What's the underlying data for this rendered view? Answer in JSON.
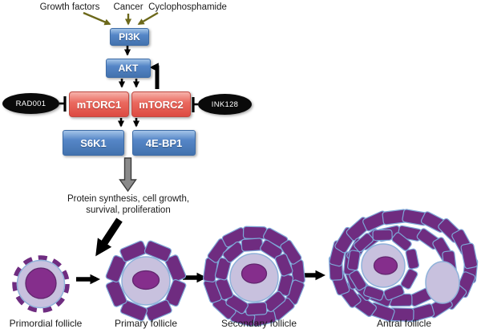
{
  "top_inputs": [
    {
      "label": "Growth factors"
    },
    {
      "label": "Cancer"
    },
    {
      "label": "Cyclophosphamide"
    }
  ],
  "nodes": {
    "pi3k": "PI3K",
    "akt": "AKT",
    "mtorc1": "mTORC1",
    "mtorc2": "mTORC2",
    "s6k1": "S6K1",
    "four_ebp1": "4E-BP1"
  },
  "inhibitors": {
    "rad001": "RAD001",
    "ink128": "INK128"
  },
  "outcome_text": {
    "line1": "Protein synthesis, cell growth,",
    "line2": "survival, proliferation"
  },
  "follicle_stages": [
    {
      "label": "Primordial follicle"
    },
    {
      "label": "Primary follicle"
    },
    {
      "label": "Secondary follicle"
    },
    {
      "label": "Antral follicle"
    }
  ],
  "colors": {
    "text_color": "#1a1a1a",
    "node_blue": "#5586c7",
    "node_blue_light": "#a3c4e8",
    "node_blue_dark": "#4372ae",
    "node_blue_border": "#3c6ba6",
    "node_red": "#ea6a5f",
    "node_red_light": "#f6b3ab",
    "node_red_dark": "#dd4a41",
    "node_red_border": "#bf4a42",
    "inhibitor_black": "#0a0a0a",
    "arrow_olive": "#6c681a",
    "arrow_black": "#000000",
    "arrow_gray": "#8a8a8a",
    "arrow_gray_border": "#3c3c3c",
    "cell_purple": "#6f2c80",
    "cell_outline_blue": "#7da7d7",
    "oocyte_lavender": "#c8c1de",
    "oocyte_rim_blue": "#8fb2da",
    "nucleus_purple": "#852e8c",
    "nucleus_border": "#61266e"
  }
}
